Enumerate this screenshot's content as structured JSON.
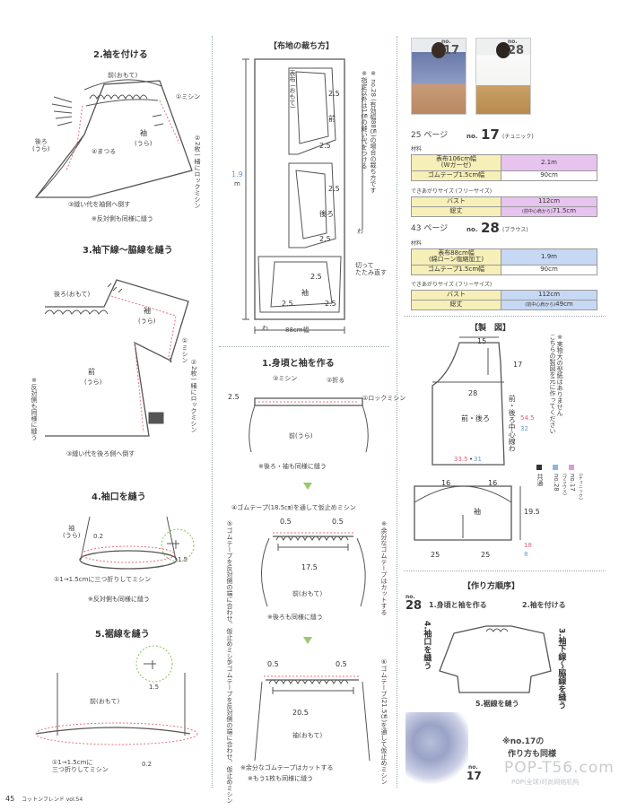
{
  "left": {
    "step2": {
      "title": "2.袖を付ける",
      "front": "前(おもて)",
      "machine_sew": "①ミシン",
      "back": "後ろ\n(うら)",
      "sleeve": "袖",
      "sleeve_sub": "(うら)",
      "matsuru": "④まつる",
      "serge": "②2枚一緒にロックミシン",
      "seam_note": "③縫い代を袖側へ倒す",
      "opposite": "※反対側も同様に縫う"
    },
    "step3": {
      "title": "3.袖下線〜脇線を縫う",
      "back": "後ろ(おもて)",
      "sleeve": "袖",
      "sleeve_sub": "(うら)",
      "front": "前",
      "front_sub": "(うら)",
      "machine_sew": "①ミシン",
      "serge": "②2枚一緒にロックミシン",
      "opposite_v": "※反対側も同様に縫う",
      "seam_note": "③縫い代を後ろ側へ倒す",
      "num1": "1"
    },
    "step4": {
      "title": "4.袖口を縫う",
      "sleeve": "袖\n(うら)",
      "d02": "0.2",
      "d15": "1.5",
      "note": "①1→1.5cmに三つ折りしてミシン",
      "opposite": "※反対側も同様に縫う"
    },
    "step5": {
      "title": "5.裾線を縫う",
      "front": "前(おもて)",
      "d15": "1.5",
      "d02": "0.2",
      "note": "①1→1.5cmに\n三つ折りしてミシン"
    },
    "page_number": "45",
    "magazine": "コットンフレンド vol.54"
  },
  "middle": {
    "cutting": {
      "title": "【布地の裁ち方】",
      "front_fabric": "表布\n(おもて)",
      "n25": "2.5",
      "front": "前",
      "back": "後ろ",
      "sleeve": "袖",
      "wa": "わ",
      "length_value": "1.9",
      "length_unit": "m",
      "cut_fold": "切って\nたたみ直す",
      "width": "88cm幅",
      "note_a": "※ no.28 (有効幅88㎝)の場合の裁ち方です",
      "note_b": "※指定以外は1㎝の縫い代をつける"
    },
    "step1": {
      "title": "1.身頃と袖を作る",
      "machine_sew": "③ミシン",
      "fold": "②折る",
      "n25": "2.5",
      "serge": "①ロックミシン",
      "front_back": "前(うら)",
      "note": "※後ろ・袖も同様に縫う",
      "elastic_note": "④ゴムテープ(18.5㎝)を通して仮止めミシン",
      "d05a": "0.5",
      "d05b": "0.5",
      "d175": "17.5",
      "front_face": "前(おもて)",
      "left_v": "⑤ゴムテープを反対側の端に合わせ、仮止めミシン",
      "cut_v": "※余分なゴムテープはカットする",
      "back_note": "※後ろも同様に縫う"
    },
    "step1b": {
      "d05a": "0.5",
      "d05b": "0.5",
      "d205": "20.5",
      "sleeve_face": "袖(おもて)",
      "left_v": "⑦ゴムテープを反対側の端に合わせ、仮止めミシン",
      "right_v": "⑥ゴムテープ(21.5㎝)を通して仮止めミシン",
      "note1": "※余分なゴムテープはカットする",
      "note2": "※もう1枚も同様に縫う"
    }
  },
  "right": {
    "photos": [
      {
        "no_label": "no.",
        "no": "17"
      },
      {
        "no_label": "no.",
        "no": "28"
      }
    ],
    "item17": {
      "page": "25 ページ",
      "no_label": "no.",
      "no": "17",
      "kind": "(チュニック)",
      "materials_label": "材料",
      "materials": [
        {
          "name": "表布106cm幅\n(Wガーゼ)",
          "value": "2.1m"
        },
        {
          "name": "ゴムテープ1.5cm幅",
          "value": "90cm"
        }
      ],
      "size_label": "できあがりサイズ (フリーサイズ)",
      "sizes": [
        {
          "name": "バスト",
          "value": "112cm"
        },
        {
          "name": "総丈",
          "note": "(前中心肩から)",
          "value": "71.5cm"
        }
      ]
    },
    "item28": {
      "page": "43 ページ",
      "no_label": "no.",
      "no": "28",
      "kind": "(ブラウス)",
      "materials_label": "材料",
      "materials": [
        {
          "name": "表布88cm幅\n(綿ローン塩縮加工)",
          "value": "1.9m"
        },
        {
          "name": "ゴムテープ1.5cm幅",
          "value": "90cm"
        }
      ],
      "size_label": "できあがりサイズ (フリーサイズ)",
      "sizes": [
        {
          "name": "バスト",
          "value": "112cm"
        },
        {
          "name": "総丈",
          "note": "(前中心肩から)",
          "value": "49cm"
        }
      ]
    },
    "pattern": {
      "title": "【製　図】",
      "d15": "15",
      "d17": "17",
      "d28": "28",
      "body": "前・後ろ",
      "center": "前・後ろ中心線わ",
      "d545": "54.5",
      "d32": "32",
      "d335": "33.5",
      "d31": "31",
      "dot": "•",
      "note_v": "※実物大の型紙はありません\nこちらの製図を元に作ってください",
      "legend_common": "共通",
      "legend_28": "no.28",
      "legend_28_sub": "(ブラウス)",
      "legend_17": "no.17",
      "legend_17_sub": "(チュニック)",
      "s16a": "16",
      "s16b": "16",
      "sleeve": "袖",
      "s195": "19.5",
      "s18": "18",
      "s8": "8",
      "s25a": "25",
      "s25b": "25"
    },
    "order": {
      "title": "【作り方順序】",
      "no_label": "no.",
      "no": "28",
      "s1": "1.身頃と袖を作る",
      "s2": "2.袖を付ける",
      "s3_v": "3.袖下線〜脇線を縫う",
      "s4_v": "4.袖口を縫う",
      "s5": "5.裾線を縫う",
      "note_a": "※no.17の",
      "note_b": "作り方も同様",
      "photo_no_label": "no.",
      "photo_no": "17"
    },
    "watermark": "POP-T56.com",
    "watermark_sub": "POP(全球)时尚网络机构"
  },
  "colors": {
    "yellow": "#f6efb8",
    "pink": "#e7c3ef",
    "blue": "#c6d8f3",
    "accent_pink": "#e0607a",
    "accent_blue": "#6a98c8",
    "green": "#9ac96b"
  }
}
